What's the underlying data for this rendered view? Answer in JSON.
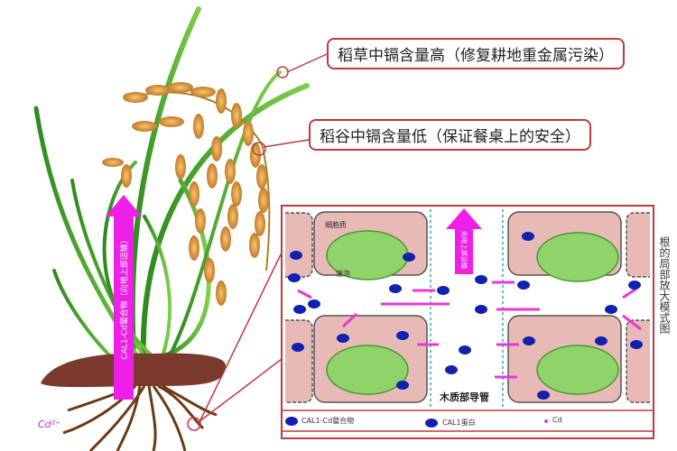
{
  "callouts": {
    "straw": "稻草中镉含量高（修复耕地重金属污染）",
    "grain": "稻谷中镉含量低（保证餐桌上的安全）"
  },
  "plant": {
    "stem_arrow_label": "CAL1-Cd螯合物（向地上部运输）",
    "ion_label": "Cd²⁺"
  },
  "root_diagram": {
    "side_title": "根的局部放大模式图",
    "cytoplasm_label": "细胞质",
    "vacuole_label": "液泡",
    "xylem_label": "木质部导管",
    "up_arrow_label": "向地上部运输",
    "legend": [
      {
        "label": "CAL1-Cd螯合物",
        "symbol": "complex"
      },
      {
        "label": "CAL1蛋白",
        "symbol": "protein"
      },
      {
        "label": "Cd",
        "symbol": "cd"
      }
    ]
  },
  "colors": {
    "callout_border": "#c0393f",
    "arrow": "#ee1fe6",
    "cell": "#e8bab5",
    "vacuole": "#8fd36a",
    "protein": "#1020b0",
    "leaf": "#3a9a2a",
    "grain": "#d99a45",
    "soil": "#7b3a2c"
  }
}
